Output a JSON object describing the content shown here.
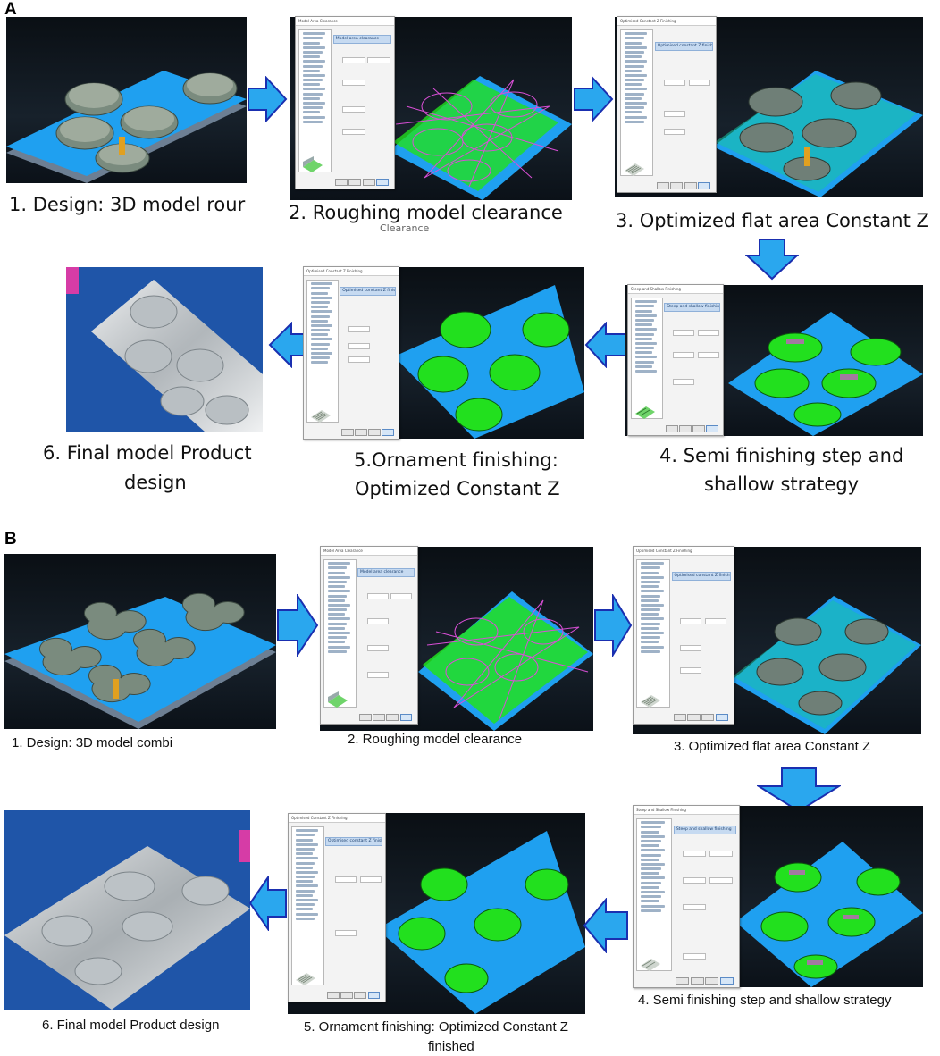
{
  "panels": {
    "a": {
      "label": "A",
      "captions": {
        "step1": "1. Design: 3D model rour",
        "step2": "2. Roughing model clearance",
        "step2_ghost": "Clearance",
        "step3": "3. Optimized flat area Constant Z",
        "step4_line1": "4. Semi finishing step and",
        "step4_line2": "shallow strategy",
        "step5_line1": "5.Ornament finishing:",
        "step5_line2": "Optimized Constant Z",
        "step6_line1": "6. Final model Product",
        "step6_line2": "design"
      }
    },
    "b": {
      "label": "B",
      "captions": {
        "step1": "1. Design: 3D model combi",
        "step2": "2. Roughing model clearance",
        "step3": "3. Optimized flat area Constant Z",
        "step4": "4. Semi finishing step and shallow strategy",
        "step5_line1": "5. Ornament finishing: Optimized Constant Z",
        "step5_line2": "finished",
        "step6": "6. Final model Product design"
      }
    }
  },
  "dialogs": {
    "roughing": {
      "title": "Model Area Clearance",
      "header": "Model area clearance"
    },
    "constant_z": {
      "title": "Optimised Constant Z Finishing",
      "header": "Optimised constant Z finishing"
    },
    "steep_shallow": {
      "title": "Steep and Shallow Finishing",
      "header": "Steep and shallow finishing"
    }
  },
  "colors": {
    "block": "#1fa0f0",
    "toolpath_green": "#22e01e",
    "toolpath_magenta": "#d94fd6",
    "arrow_fill": "#2aa7ee",
    "arrow_stroke": "#1a2fb0",
    "final_bg": "#1f55a8"
  }
}
